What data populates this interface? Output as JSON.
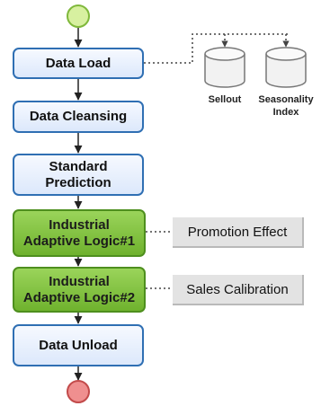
{
  "steps": {
    "data_load": "Data Load",
    "data_cleansing": "Data Cleansing",
    "standard_prediction_line1": "Standard",
    "standard_prediction_line2": "Prediction",
    "adaptive1_line1": "Industrial",
    "adaptive1_line2": "Adaptive Logic#1",
    "adaptive2_line1": "Industrial",
    "adaptive2_line2": "Adaptive Logic#2",
    "data_unload": "Data Unload"
  },
  "data_sources": {
    "sellout": "Sellout",
    "seasonality_line1": "Seasonality",
    "seasonality_line2": "Index"
  },
  "side_notes": {
    "promotion_effect": "Promotion Effect",
    "sales_calibration": "Sales Calibration"
  },
  "colors": {
    "start_node": "#d7f0a0",
    "end_node": "#ef8f8f",
    "box_border": "#2f6fb3",
    "adaptive_fill": "#7cbd3c",
    "note_fill": "#e3e3e3"
  }
}
